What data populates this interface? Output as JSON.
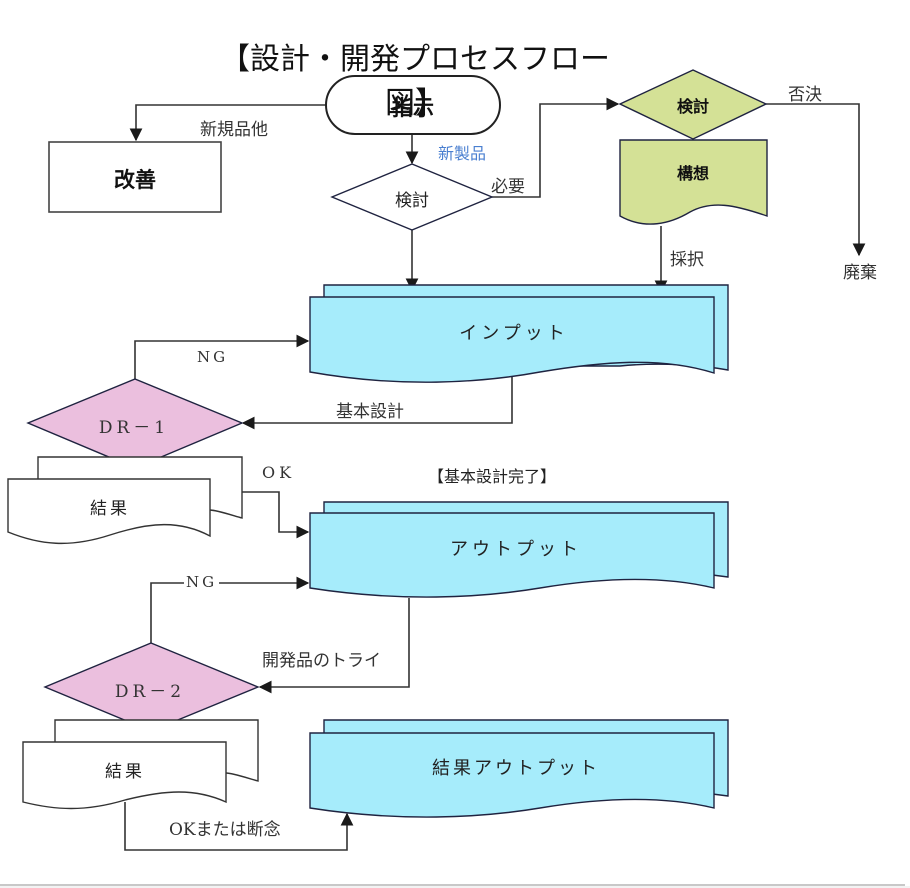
{
  "title": "【設計・開発プロセスフロー図】",
  "colors": {
    "cyan_fill": "#a6ecfb",
    "green_fill": "#d4e196",
    "pink_fill": "#ebbfde",
    "white_fill": "#ffffff",
    "stroke": "#1f2340",
    "line": "#222222",
    "blue_label": "#4a7fd0"
  },
  "nodes": {
    "instruction": "指示",
    "improvement": "改善",
    "review_main": "検討",
    "review_concept": "検討",
    "concept": "構想",
    "input": "インプット",
    "dr1": "DR－1",
    "result1": "結果",
    "output": "アウトプット",
    "dr2": "DR－2",
    "result2": "結果",
    "result_output": "結果アウトプット",
    "discard": "廃棄"
  },
  "edge_labels": {
    "new_regular": "新規品他",
    "new_product": "新製品",
    "necessary": "必要",
    "rejected": "否決",
    "adopted": "採択",
    "ng1": "NG",
    "basic_design": "基本設計",
    "ok1": "OK",
    "ng2": "NG",
    "trial": "開発品のトライ",
    "ok_or_abandon": "OKまたは断念"
  },
  "milestone": "【基本設計完了】"
}
